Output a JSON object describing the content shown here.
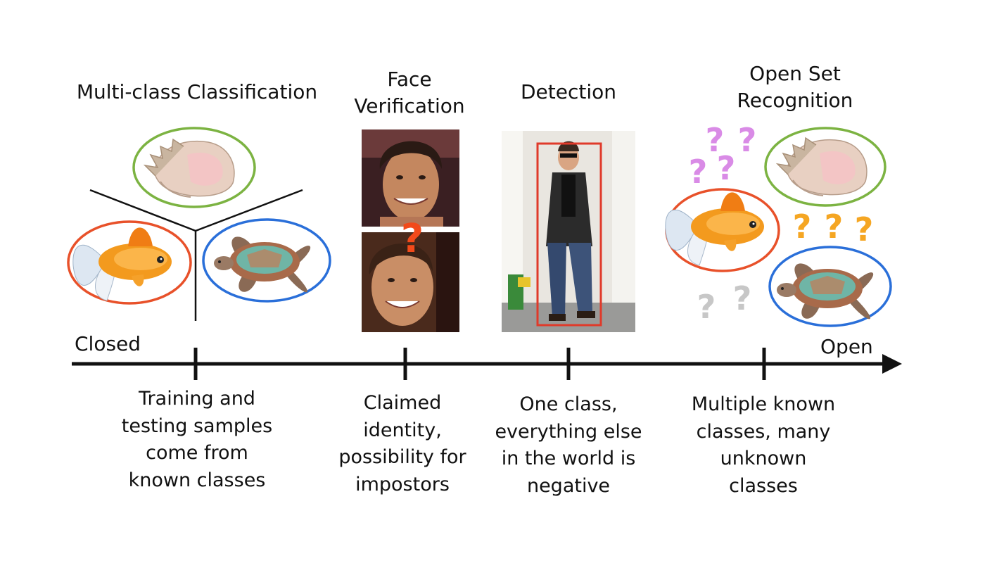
{
  "sections": [
    {
      "title": "Multi-class Classification",
      "description": "Training and\ntesting samples\ncome from\nknown classes"
    },
    {
      "title": "Face\nVerification",
      "description": "Claimed\nidentity,\npossibility for\nimpostors"
    },
    {
      "title": "Detection",
      "description": "One class,\neverything else\nin the world is\nnegative"
    },
    {
      "title": "Open Set\nRecognition",
      "description": "Multiple known\nclasses, many\nunknown\nclasses"
    }
  ],
  "axis": {
    "left_label": "Closed",
    "right_label": "Open"
  },
  "question_mark": "?",
  "colors": {
    "fish_circle": "#e8512a",
    "turtle_circle": "#2a6fd9",
    "shell_circle": "#7cb342",
    "detection_box": "#e03a2a",
    "q_purple": "#d98be6",
    "q_orange": "#f5a623",
    "q_gray": "#c7c7c7",
    "q_red": "#f24a1a"
  },
  "icons": [
    "goldfish-icon",
    "sea-turtle-icon",
    "conch-shell-icon"
  ]
}
